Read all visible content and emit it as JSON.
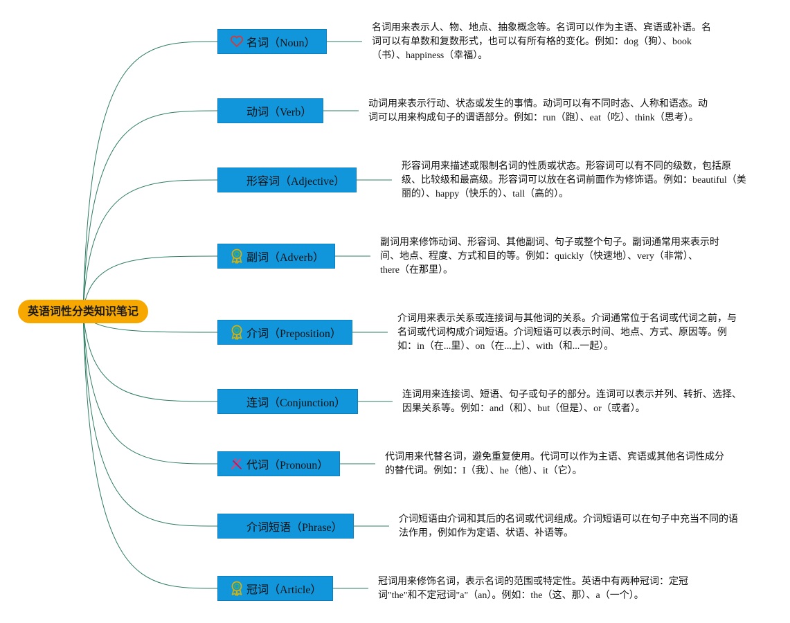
{
  "root": {
    "title": "英语词性分类知识笔记"
  },
  "colors": {
    "root_fill": "#f7a800",
    "node_fill": "#1296db",
    "connector": "#2e7d62"
  },
  "nodes": [
    {
      "label": "名词（Noun）",
      "icon": "heart-icon",
      "desc": [
        "名词用来表示人、物、地点、抽象概念等。名词可以作为主语、宾语或补语。名",
        "词可以有单数和复数形式，也可以有所有格的变化。例如：dog（狗）、book",
        "（书）、happiness（幸福）。"
      ]
    },
    {
      "label": "动词（Verb）",
      "icon": "",
      "desc": [
        "动词用来表示行动、状态或发生的事情。动词可以有不同时态、人称和语态。动",
        "词可以用来构成句子的谓语部分。例如：run（跑）、eat（吃）、think（思考）。"
      ]
    },
    {
      "label": "形容词（Adjective）",
      "icon": "",
      "desc": [
        "形容词用来描述或限制名词的性质或状态。形容词可以有不同的级数，包括原",
        "级、比较级和最高级。形容词可以放在名词前面作为修饰语。例如：beautiful（美",
        "丽的）、happy（快乐的）、tall（高的）。"
      ]
    },
    {
      "label": "副词（Adverb）",
      "icon": "award-badge-icon",
      "desc": [
        "副词用来修饰动词、形容词、其他副词、句子或整个句子。副词通常用来表示时",
        "间、地点、程度、方式和目的等。例如：quickly（快速地）、very（非常）、",
        "there（在那里）。"
      ]
    },
    {
      "label": "介词（Preposition）",
      "icon": "award-badge-icon",
      "desc": [
        "介词用来表示关系或连接词与其他词的关系。介词通常位于名词或代词之前，与",
        "名词或代词构成介词短语。介词短语可以表示时间、地点、方式、原因等。例",
        "如：in（在...里）、on（在...上）、with（和...一起）。"
      ]
    },
    {
      "label": "连词（Conjunction）",
      "icon": "",
      "desc": [
        "连词用来连接词、短语、句子或句子的部分。连词可以表示并列、转折、选择、",
        "因果关系等。例如：and（和）、but（但是）、or（或者）。"
      ]
    },
    {
      "label": "代词（Pronoun）",
      "icon": "pencil-tools-icon",
      "desc": [
        "代词用来代替名词，避免重复使用。代词可以作为主语、宾语或其他名词性成分",
        "的替代词。例如：I（我）、he（他）、it（它）。"
      ]
    },
    {
      "label": "介词短语（Phrase）",
      "icon": "",
      "desc": [
        "介词短语由介词和其后的名词或代词组成。介词短语可以在句子中充当不同的语",
        "法作用，例如作为定语、状语、补语等。"
      ]
    },
    {
      "label": "冠词（Article）",
      "icon": "award-badge-icon",
      "desc": [
        "冠词用来修饰名词，表示名词的范围或特定性。英语中有两种冠词：定冠",
        "词\"the\"和不定冠词\"a\"（an）。例如：the（这、那）、a（一个）。"
      ]
    }
  ]
}
